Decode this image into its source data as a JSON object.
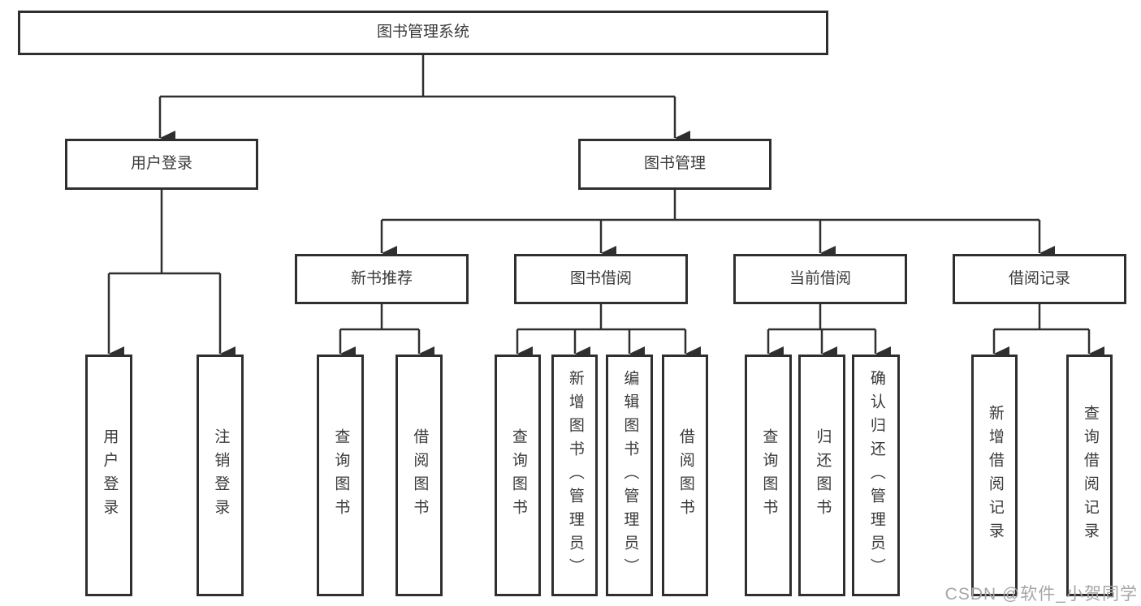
{
  "diagram": {
    "title": "图书管理系统",
    "tree": {
      "label": "图书管理系统",
      "children": [
        {
          "label": "用户登录",
          "children": [
            {
              "label": "用户登录"
            },
            {
              "label": "注销登录"
            }
          ]
        },
        {
          "label": "图书管理",
          "children": [
            {
              "label": "新书推荐",
              "children": [
                {
                  "label": "查询图书"
                },
                {
                  "label": "借阅图书"
                }
              ]
            },
            {
              "label": "图书借阅",
              "children": [
                {
                  "label": "查询图书"
                },
                {
                  "label": "新增图书（管理员）"
                },
                {
                  "label": "编辑图书（管理员）"
                },
                {
                  "label": "借阅图书"
                }
              ]
            },
            {
              "label": "当前借阅",
              "children": [
                {
                  "label": "查询图书"
                },
                {
                  "label": "归还图书"
                },
                {
                  "label": "确认归还（管理员）"
                }
              ]
            },
            {
              "label": "借阅记录",
              "children": [
                {
                  "label": "新增借阅记录"
                },
                {
                  "label": "查询借阅记录"
                }
              ]
            }
          ]
        }
      ]
    },
    "colors": {
      "line": "#2f2f2f",
      "box_border": "#2f2f2f",
      "text": "#3a3a3a",
      "background": "#ffffff",
      "watermark": "#a6a6a6"
    }
  },
  "watermark": {
    "text": "CSDN @软件_小贺同学"
  }
}
